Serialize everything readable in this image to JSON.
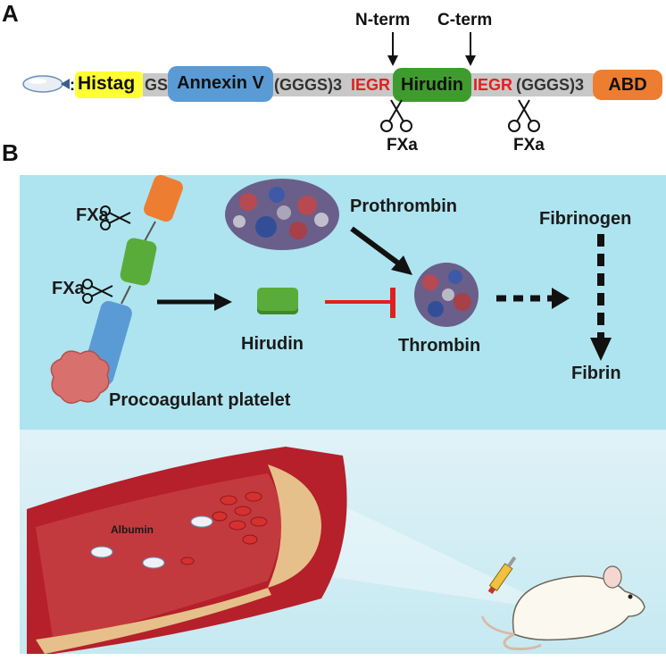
{
  "panel_a": {
    "letter": "A",
    "n_term": "N-term",
    "c_term": "C-term",
    "histag": "Histag",
    "gs": "GS",
    "annexin": "Annexin V",
    "linker1": "(GGGS)3",
    "iegr1": "IEGR",
    "hirudin": "Hirudin",
    "iegr2": "IEGR",
    "linker2": "(GGGS)3",
    "abd": "ABD",
    "fxa_left": "FXa",
    "fxa_right": "FXa",
    "colon": ":"
  },
  "panel_b": {
    "letter": "B",
    "fxa_top": "FXa",
    "fxa_mid": "FXa",
    "prothrombin": "Prothrombin",
    "hirudin": "Hirudin",
    "thrombin": "Thrombin",
    "fibrinogen": "Fibrinogen",
    "fibrin": "Fibrin",
    "procoagulant_platelet": "Procoagulant platelet",
    "albumin": "Albumin"
  },
  "colors": {
    "histag": "#ffff33",
    "annexin": "#5b9bd5",
    "hirudin": "#3f9b2e",
    "abd": "#ed7d31",
    "iegr": "#e02020",
    "inhibit": "#e02020",
    "diagram_bg": "#aee4ef"
  }
}
